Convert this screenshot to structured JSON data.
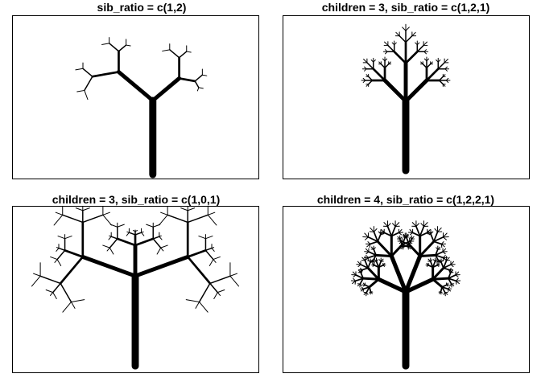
{
  "panels": [
    {
      "title": "sib_ratio = c(1,2)",
      "children": 2,
      "sib_ratio": [
        1,
        2
      ]
    },
    {
      "title": "children = 3, sib_ratio = c(1,2,1)",
      "children": 3,
      "sib_ratio": [
        1,
        2,
        1
      ]
    },
    {
      "title": "children = 3, sib_ratio = c(1,0,1)",
      "children": 3,
      "sib_ratio": [
        1,
        0,
        1
      ]
    },
    {
      "title": "children = 4, sib_ratio = c(1,2,2,1)",
      "children": 4,
      "sib_ratio": [
        1,
        2,
        2,
        1
      ]
    }
  ],
  "colors": {
    "stroke": "#000000",
    "background": "#ffffff",
    "frame": "#000000"
  }
}
